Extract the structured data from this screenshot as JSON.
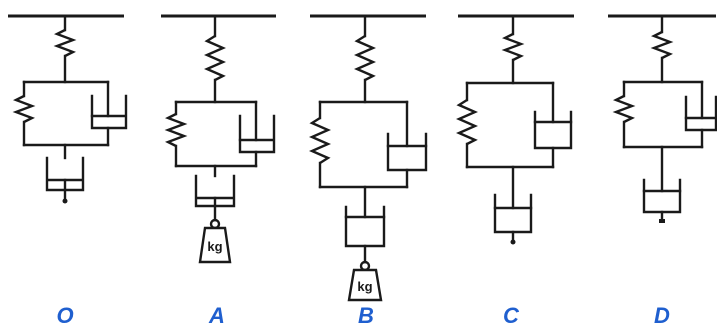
{
  "models": [
    {
      "id": "O",
      "label": "O",
      "weight_label": ""
    },
    {
      "id": "A",
      "label": "A",
      "weight_label": "kg"
    },
    {
      "id": "B",
      "label": "B",
      "weight_label": "kg"
    },
    {
      "id": "C",
      "label": "C",
      "weight_label": ""
    },
    {
      "id": "D",
      "label": "D",
      "weight_label": ""
    }
  ],
  "colors": {
    "line": "#1a1a1a",
    "label": "#1f5fcf"
  }
}
